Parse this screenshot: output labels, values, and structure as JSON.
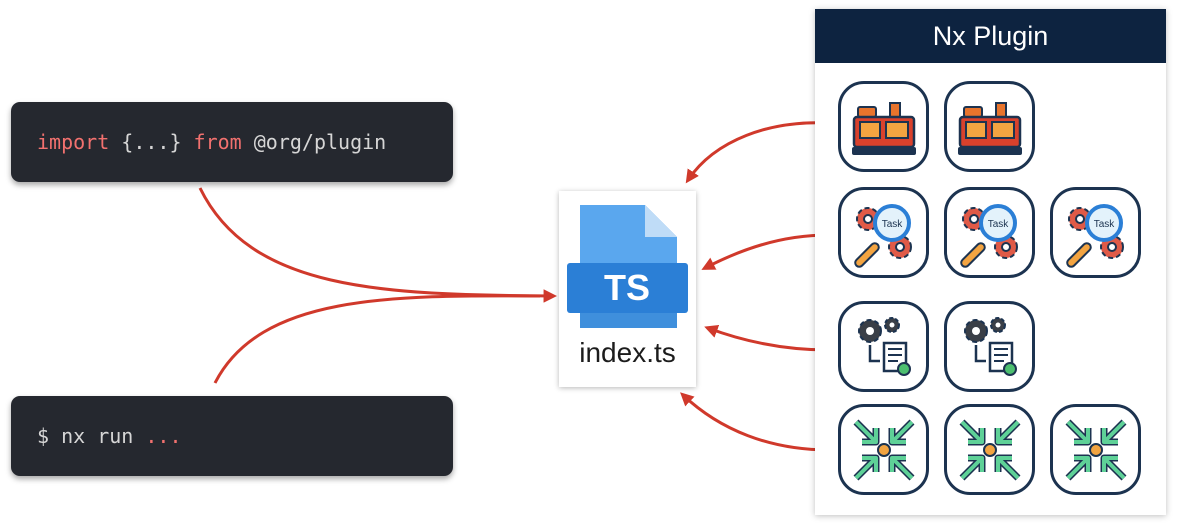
{
  "code": {
    "import_keyword": "import",
    "import_braces": " {...} ",
    "from_keyword": "from",
    "import_path": " @org/plugin",
    "run_prompt": "$ nx run ",
    "run_ellipsis": "..."
  },
  "file": {
    "badge": "TS",
    "name": "index.ts"
  },
  "plugin": {
    "title": "Nx Plugin",
    "task_label": "Task",
    "rows": [
      {
        "icon": "generator-icon",
        "count": 2
      },
      {
        "icon": "task-inference-icon",
        "count": 3
      },
      {
        "icon": "executor-icon",
        "count": 2
      },
      {
        "icon": "migration-icon",
        "count": 3
      }
    ]
  },
  "colors": {
    "arrow": "#d0392b",
    "code_bg": "#25282f",
    "keyword": "#f2716f",
    "header_bg": "#0d2340",
    "ts_blue": "#2b7fd6"
  }
}
